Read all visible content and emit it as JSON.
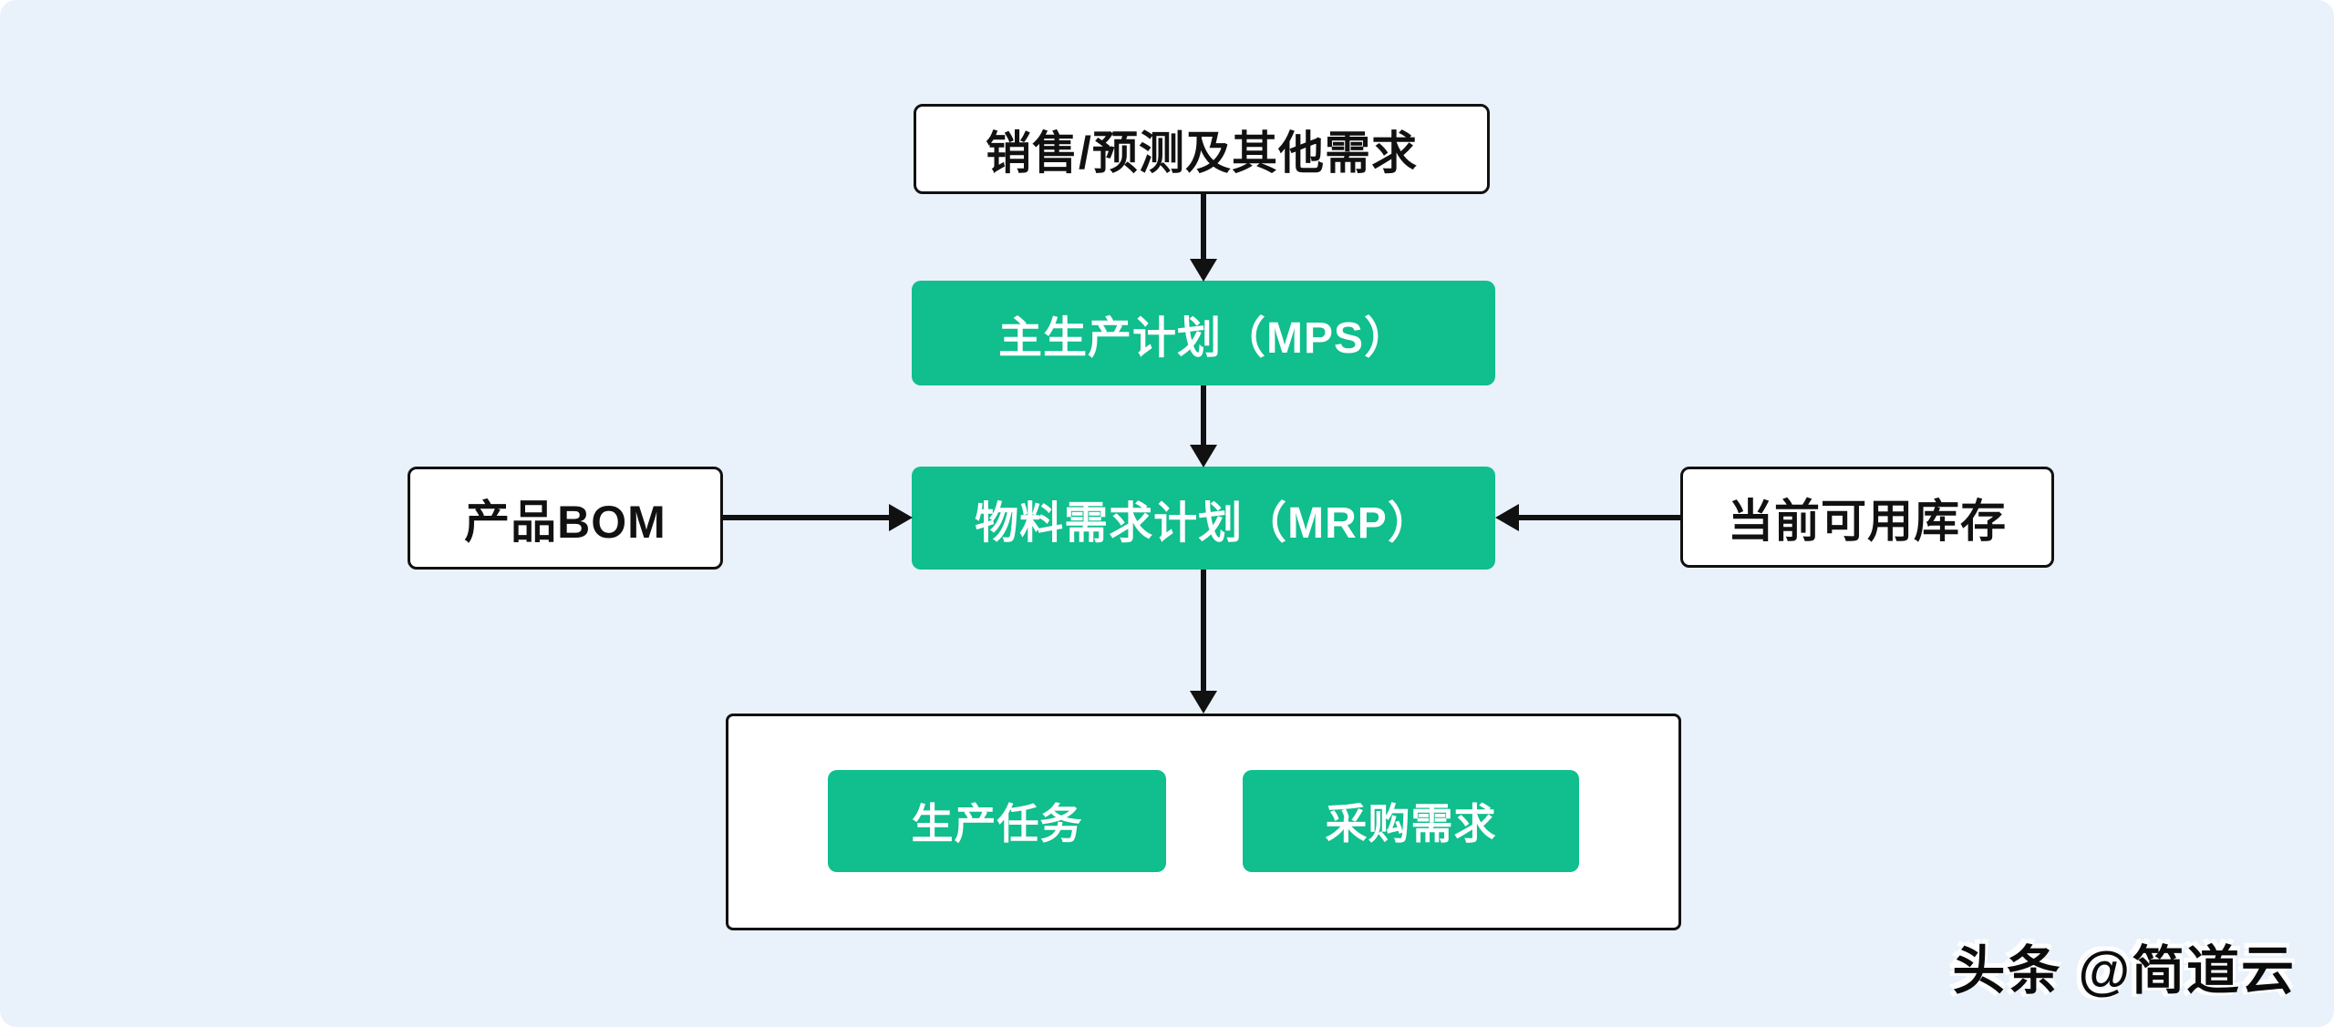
{
  "canvas": {
    "panel_background": "#e9f1fb",
    "outer_background": "#ffffff",
    "accent_green": "#10be8e",
    "line_color": "#111111"
  },
  "diagram": {
    "type": "flowchart",
    "nodes": {
      "sales": {
        "label": "销售/预测及其他需求",
        "style": "white-outline"
      },
      "mps": {
        "label": "主生产计划（MPS）",
        "style": "green"
      },
      "mrp": {
        "label": "物料需求计划（MRP）",
        "style": "green"
      },
      "bom": {
        "label": "产品BOM",
        "style": "white-outline"
      },
      "stock": {
        "label": "当前可用库存",
        "style": "white-outline"
      },
      "production": {
        "label": "生产任务",
        "style": "green"
      },
      "purchase": {
        "label": "采购需求",
        "style": "green"
      }
    },
    "edges": [
      {
        "from": "sales",
        "to": "mps",
        "direction": "down"
      },
      {
        "from": "mps",
        "to": "mrp",
        "direction": "down"
      },
      {
        "from": "bom",
        "to": "mrp",
        "direction": "right"
      },
      {
        "from": "stock",
        "to": "mrp",
        "direction": "left"
      },
      {
        "from": "mrp",
        "to": "outputs-group",
        "direction": "down"
      }
    ]
  },
  "watermark": {
    "text": "头条 @简道云"
  }
}
